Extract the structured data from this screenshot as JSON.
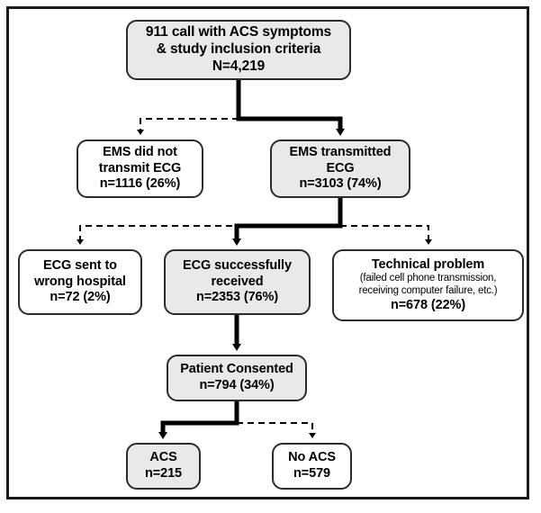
{
  "figure": {
    "type": "flowchart",
    "orientation": "top-down",
    "frame": {
      "border_color": "#1a1a1a"
    },
    "palette": {
      "node_fill_gray": "#e9e9e9",
      "node_fill_white": "#ffffff",
      "node_border": "#2b2b2b",
      "connector": "#000000"
    }
  },
  "nodes": {
    "screened": {
      "lines": [
        "911 call with ACS symptoms",
        "& study inclusion criteria",
        "N=4,219"
      ],
      "count_label": "N=4,219",
      "count": 4219,
      "fill": "gray"
    },
    "no_transmit": {
      "lines": [
        "EMS did not",
        "transmit ECG",
        "n=1116 (26%)"
      ],
      "count_label": "n=1116 (26%)",
      "count": 1116,
      "percent": 26,
      "fill": "white"
    },
    "transmitted": {
      "lines": [
        "EMS transmitted",
        "ECG",
        "n=3103 (74%)"
      ],
      "count_label": "n=3103 (74%)",
      "count": 3103,
      "percent": 74,
      "fill": "gray"
    },
    "wrong_hospital": {
      "lines": [
        "ECG sent to",
        "wrong hospital",
        "n=72 (2%)"
      ],
      "count_label": "n=72 (2%)",
      "count": 72,
      "percent": 2,
      "fill": "white"
    },
    "received": {
      "lines": [
        "ECG successfully",
        "received",
        "n=2353 (76%)"
      ],
      "count_label": "n=2353 (76%)",
      "count": 2353,
      "percent": 76,
      "fill": "gray"
    },
    "technical": {
      "title": "Technical problem",
      "sub_lines": [
        "(failed cell phone transmission,",
        "receiving computer failure, etc.)"
      ],
      "count_label": "n=678 (22%)",
      "count": 678,
      "percent": 22,
      "fill": "white"
    },
    "consented": {
      "lines": [
        "Patient Consented",
        "n=794 (34%)"
      ],
      "count_label": "n=794 (34%)",
      "count": 794,
      "percent": 34,
      "fill": "gray"
    },
    "acs": {
      "lines": [
        "ACS",
        "n=215"
      ],
      "count_label": "n=215",
      "count": 215,
      "fill": "gray"
    },
    "no_acs": {
      "lines": [
        "No ACS",
        "n=579"
      ],
      "count_label": "n=579",
      "count": 579,
      "fill": "white"
    }
  },
  "connectors": [
    {
      "from": "screened",
      "to": "transmitted",
      "style": "solid-thick"
    },
    {
      "from": "screened",
      "to": "no_transmit",
      "style": "dashed-thin"
    },
    {
      "from": "transmitted",
      "to": "received",
      "style": "solid-thick"
    },
    {
      "from": "transmitted",
      "to": "wrong_hospital",
      "style": "dashed-thin"
    },
    {
      "from": "transmitted",
      "to": "technical",
      "style": "dashed-thin"
    },
    {
      "from": "received",
      "to": "consented",
      "style": "solid-thick"
    },
    {
      "from": "consented",
      "to": "acs",
      "style": "solid-thick"
    },
    {
      "from": "consented",
      "to": "no_acs",
      "style": "dashed-thin"
    }
  ]
}
